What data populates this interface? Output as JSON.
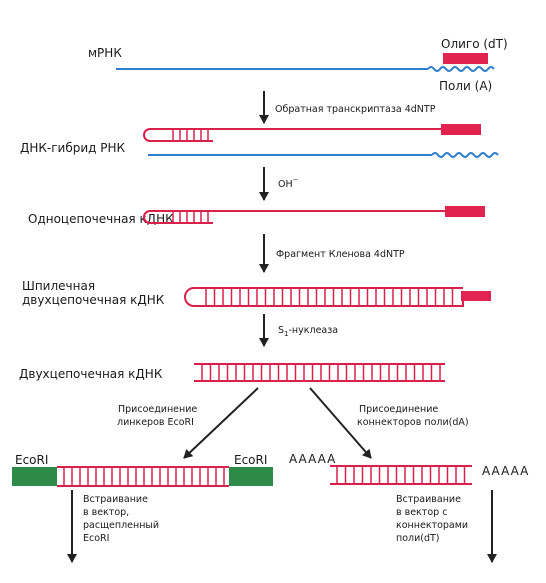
{
  "labels": {
    "mrna": "мРНК",
    "oligo_dt": "Олиго (dT)",
    "poly_a": "Поли (А)",
    "hybrid": "ДНК-гибрид РНК",
    "single_strand": "Одноцепочечная кДНК",
    "hairpin_line1": "Шпилечная",
    "hairpin_line2": "двухцепочечная кДНК",
    "double_strand": "Двухцепочечная кДНК"
  },
  "steps": {
    "reverse_transcriptase": "Обратная транскриптаза 4dNTP",
    "oh_base": "OH",
    "oh_sup": "−",
    "klenow": "Фрагмент Кленова 4dNTP",
    "s1_base": "S",
    "s1_sub": "1",
    "s1_rest": "-нуклеаза"
  },
  "branches": {
    "linkers_line1": "Присоединение",
    "linkers_line2": "линкеров EcoRI",
    "connectors_line1": "Присоединение",
    "connectors_line2": "коннекторов поли(dA)",
    "ecori_left": "EcoRI",
    "ecori_right": "EcoRI",
    "aaaaa_left": "AAAAA",
    "aaaaa_right": "AAAAA",
    "insert_left_1": "Встраивание",
    "insert_left_2": "в вектор,",
    "insert_left_3": "расщепленный",
    "insert_left_4": "EcoRI",
    "insert_right_1": "Встраивание",
    "insert_right_2": "в вектор с",
    "insert_right_3": "коннекторами",
    "insert_right_4": "поли(dT)"
  },
  "colors": {
    "rna_strand": "#2f7fd0",
    "dna_strand": "#d8204a",
    "oligo_block": "#e0234f",
    "ecori_block": "#2e8b47",
    "arrow": "#222222"
  }
}
